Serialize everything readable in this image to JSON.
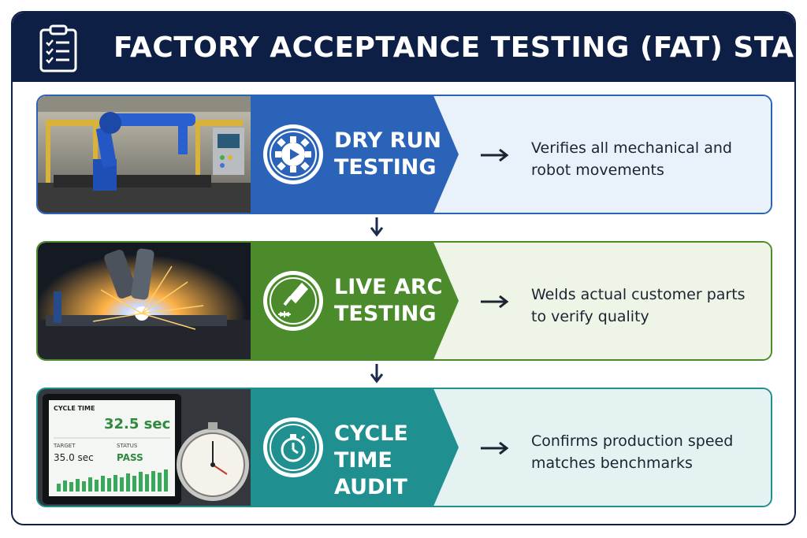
{
  "header": {
    "title": "FACTORY ACCEPTANCE TESTING (FAT) STAGES",
    "icon": "clipboard-checklist-icon"
  },
  "stages": [
    {
      "title_line1": "DRY RUN",
      "title_line2": "TESTING",
      "icon": "gear-play-icon",
      "description": "Verifies all mechanical and robot movements",
      "accent": "#2b63b8",
      "panel_bg": "#e9f1fb",
      "border": "#2b63b8"
    },
    {
      "title_line1": "LIVE ARC",
      "title_line2": "TESTING",
      "icon": "welding-torch-icon",
      "description": "Welds actual customer parts to verify quality",
      "accent": "#4b8b2c",
      "panel_bg": "#eef5e6",
      "border": "#4b8b2c"
    },
    {
      "title_line1": "CYCLE TIME",
      "title_line2": "AUDIT",
      "icon": "stopwatch-icon",
      "description": "Confirms production speed matches benchmarks",
      "accent": "#1f8f8f",
      "panel_bg": "#e4f2f1",
      "border": "#1f8f8f"
    }
  ],
  "monitor": {
    "cycle_label": "CYCLE TIME",
    "cycle_value": "32.5 sec",
    "target_label": "TARGET",
    "target_value": "35.0 sec",
    "status_label": "STATUS",
    "status_value": "PASS"
  }
}
